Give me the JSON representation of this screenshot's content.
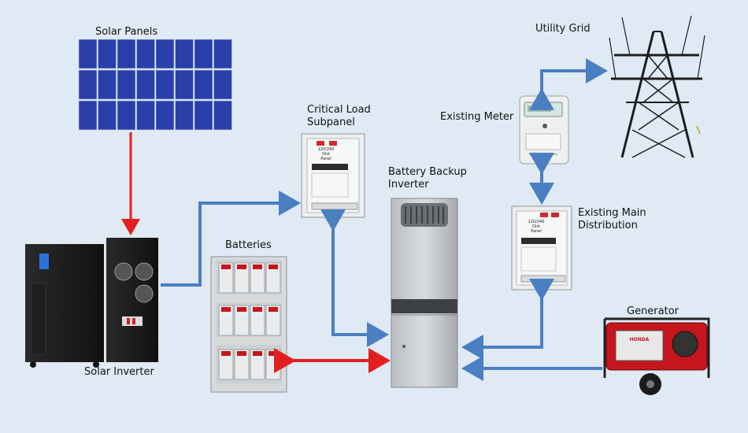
{
  "labels": {
    "solar_panels": "Solar Panels",
    "utility_grid": "Utility Grid",
    "critical_load_subpanel": "Critical Load\nSubpanel",
    "existing_meter": "Existing Meter",
    "battery_backup_inverter": "Battery Backup\nInverter",
    "existing_main_distribution": "Existing Main\nDistribution",
    "batteries": "Batteries",
    "generator": "Generator",
    "solar_inverter": "Solar Inverter"
  },
  "panel_text": "120/240\nDist\nPanel",
  "generator_brand": "HONDA",
  "colors": {
    "background": "#dfeaf5",
    "blue_arrow": "#4a7fc1",
    "red_arrow": "#e21f1f",
    "solar_cell": "#2b3fa8",
    "generator_red": "#c4161c"
  }
}
